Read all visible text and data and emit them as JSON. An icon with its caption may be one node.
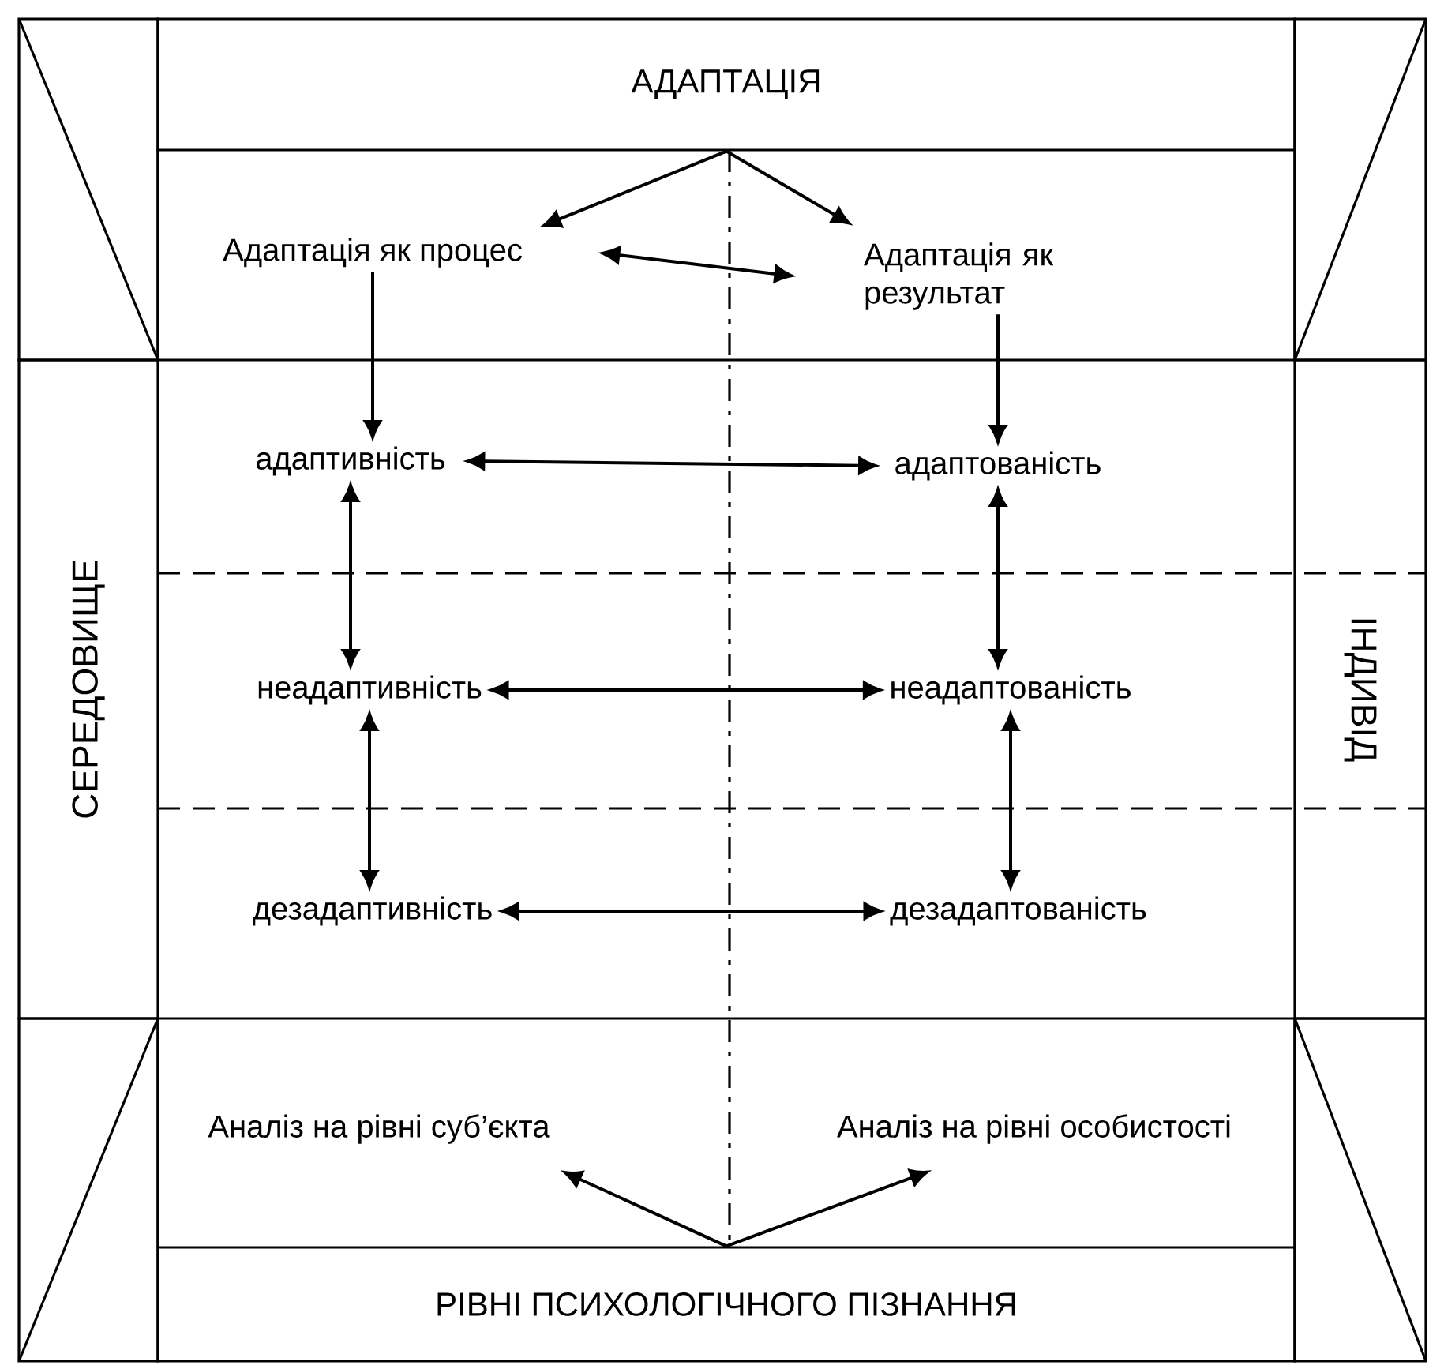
{
  "diagram": {
    "nodes": [
      {
        "text": [
          "АДАПТАЦІЯ"
        ]
      },
      {
        "text": [
          "Адаптація як процес"
        ]
      },
      {
        "text": [
          "Адаптація як результат"
        ]
      },
      {
        "text": [
          "адаптивність"
        ]
      },
      {
        "text": [
          "адаптованість"
        ]
      },
      {
        "text": [
          "неадаптивність"
        ]
      },
      {
        "text": [
          "неадаптованість"
        ]
      },
      {
        "text": [
          "дезадаптивність"
        ]
      },
      {
        "text": [
          "дезадаптованість"
        ]
      },
      {
        "text": [
          "Аналіз на рівні суб’єкта"
        ]
      },
      {
        "text": [
          "Аналіз на рівні особистості"
        ]
      },
      {
        "text": [
          "РІВНІ ПСИХОЛОГІЧНОГО ПІЗНАННЯ"
        ]
      },
      {
        "text": [
          "СЕРЕДОВИЩЕ"
        ]
      },
      {
        "text": [
          "ІНДИВІД"
        ]
      }
    ],
    "edges": [
      {
        "from": 0,
        "to": 1,
        "arrow": "to"
      },
      {
        "from": 0,
        "to": 2,
        "arrow": "to"
      },
      {
        "from": 1,
        "to": 2,
        "arrow": "both"
      },
      {
        "from": 1,
        "to": 3,
        "arrow": "to"
      },
      {
        "from": 2,
        "to": 4,
        "arrow": "to"
      },
      {
        "from": 3,
        "to": 4,
        "arrow": "both"
      },
      {
        "from": 3,
        "to": 5,
        "arrow": "both"
      },
      {
        "from": 4,
        "to": 6,
        "arrow": "both"
      },
      {
        "from": 5,
        "to": 6,
        "arrow": "both"
      },
      {
        "from": 5,
        "to": 7,
        "arrow": "both"
      },
      {
        "from": 6,
        "to": 8,
        "arrow": "both"
      },
      {
        "from": 7,
        "to": 8,
        "arrow": "both"
      },
      {
        "from": 11,
        "to": 9,
        "arrow": "to"
      },
      {
        "from": 11,
        "to": 10,
        "arrow": "to"
      }
    ]
  }
}
